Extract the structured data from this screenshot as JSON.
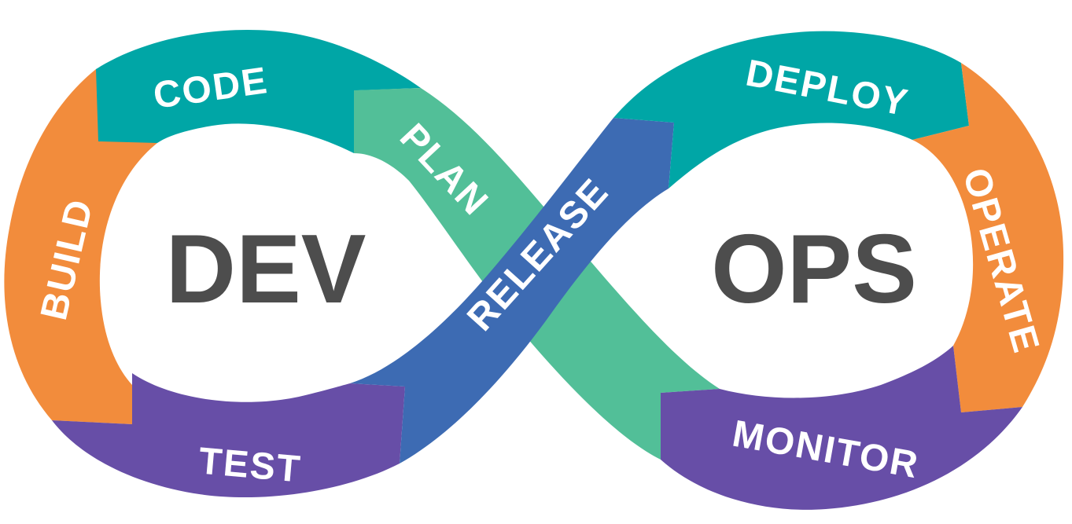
{
  "center_labels": {
    "left": "DEV",
    "right": "OPS"
  },
  "stages": {
    "code": "CODE",
    "build": "BUILD",
    "test": "TEST",
    "plan": "PLAN",
    "release": "RELEASE",
    "deploy": "DEPLOY",
    "operate": "OPERATE",
    "monitor": "MONITOR"
  },
  "colors": {
    "teal": "#00a6a6",
    "orange": "#f28c3c",
    "purple": "#674ea7",
    "green": "#52bf98",
    "blue": "#3d6bb3",
    "text_dark": "#4d4d4d",
    "text_light": "#ffffff"
  }
}
